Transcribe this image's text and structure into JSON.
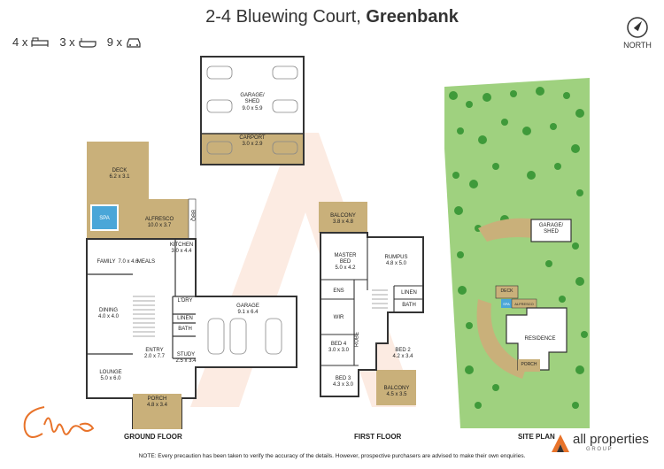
{
  "header": {
    "address": "2-4 Bluewing Court,",
    "suburb": "Greenbank",
    "north_label": "NORTH"
  },
  "stats": [
    {
      "count": "4 x",
      "icon": "bed-icon"
    },
    {
      "count": "3 x",
      "icon": "bath-icon"
    },
    {
      "count": "9 x",
      "icon": "car-icon"
    }
  ],
  "garage_block": {
    "garage_label": "GARAGE/\nSHED",
    "garage_dims": "9.0 x 5.9",
    "carport_label": "CARPORT",
    "carport_dims": "3.0 x 2.9"
  },
  "ground_floor": {
    "title": "GROUND FLOOR",
    "rooms": {
      "deck": "DECK",
      "deck_dims": "6.2 x 3.1",
      "spa": "SPA",
      "alfresco": "ALFRESCO",
      "alfresco_dims": "10.0 x 3.7",
      "bbq": "BBQ",
      "kitchen": "KITCHEN",
      "kitchen_dims": "3.0 x 4.4",
      "family": "FAMILY",
      "family_dims": "7.0 x 4.6",
      "meals": "MEALS",
      "dining": "DINING",
      "dining_dims": "4.0 x 4.0",
      "ldry": "L'DRY",
      "linen": "LINEN",
      "bath": "BATH",
      "garage": "GARAGE",
      "garage_dims": "9.1 x 6.4",
      "entry": "ENTRY",
      "entry_dims": "2.0 x 7.7",
      "study": "STUDY",
      "study_dims": "2.5 x 3.4",
      "lounge": "LOUNGE",
      "lounge_dims": "5.0 x 6.0",
      "porch": "PORCH",
      "porch_dims": "4.8 x 3.4"
    }
  },
  "first_floor": {
    "title": "FIRST FLOOR",
    "rooms": {
      "balcony_top": "BALCONY",
      "balcony_top_dims": "3.8 x 4.8",
      "master": "MASTER\nBED",
      "master_dims": "5.0 x 4.2",
      "rumpus": "RUMPUS",
      "rumpus_dims": "4.8 x 5.0",
      "ens": "ENS",
      "wir": "WIR",
      "linen": "LINEN",
      "bath": "BATH",
      "bed4": "BED 4",
      "bed4_dims": "3.0 x 3.0",
      "bed2": "BED 2",
      "bed2_dims": "4.2 x 3.4",
      "bed3": "BED 3",
      "bed3_dims": "4.3 x 3.0",
      "robe": "ROBE",
      "balcony_bottom": "BALCONY",
      "balcony_bottom_dims": "4.5 x 3.5"
    }
  },
  "site_plan": {
    "title": "SITE PLAN",
    "garage_shed": "GARAGE/\nSHED",
    "deck": "DECK",
    "spa": "SPA",
    "alfresco": "ALFRESCO",
    "residence": "RESIDENCE",
    "porch": "PORCH"
  },
  "brand": {
    "name": "all properties",
    "sub": "G R O U P",
    "signature": "Chris"
  },
  "footer_note": "NOTE: Every precaution has been taken to verify the accuracy of the details. However, prospective purchasers are advised to make their own enquiries.",
  "colors": {
    "deck": "#c9b07a",
    "spa": "#4aa6d8",
    "grass": "#9fd17f",
    "tree": "#3f9a3a",
    "watermark": "#f8d9c8",
    "logo_orange": "#e8732a"
  }
}
